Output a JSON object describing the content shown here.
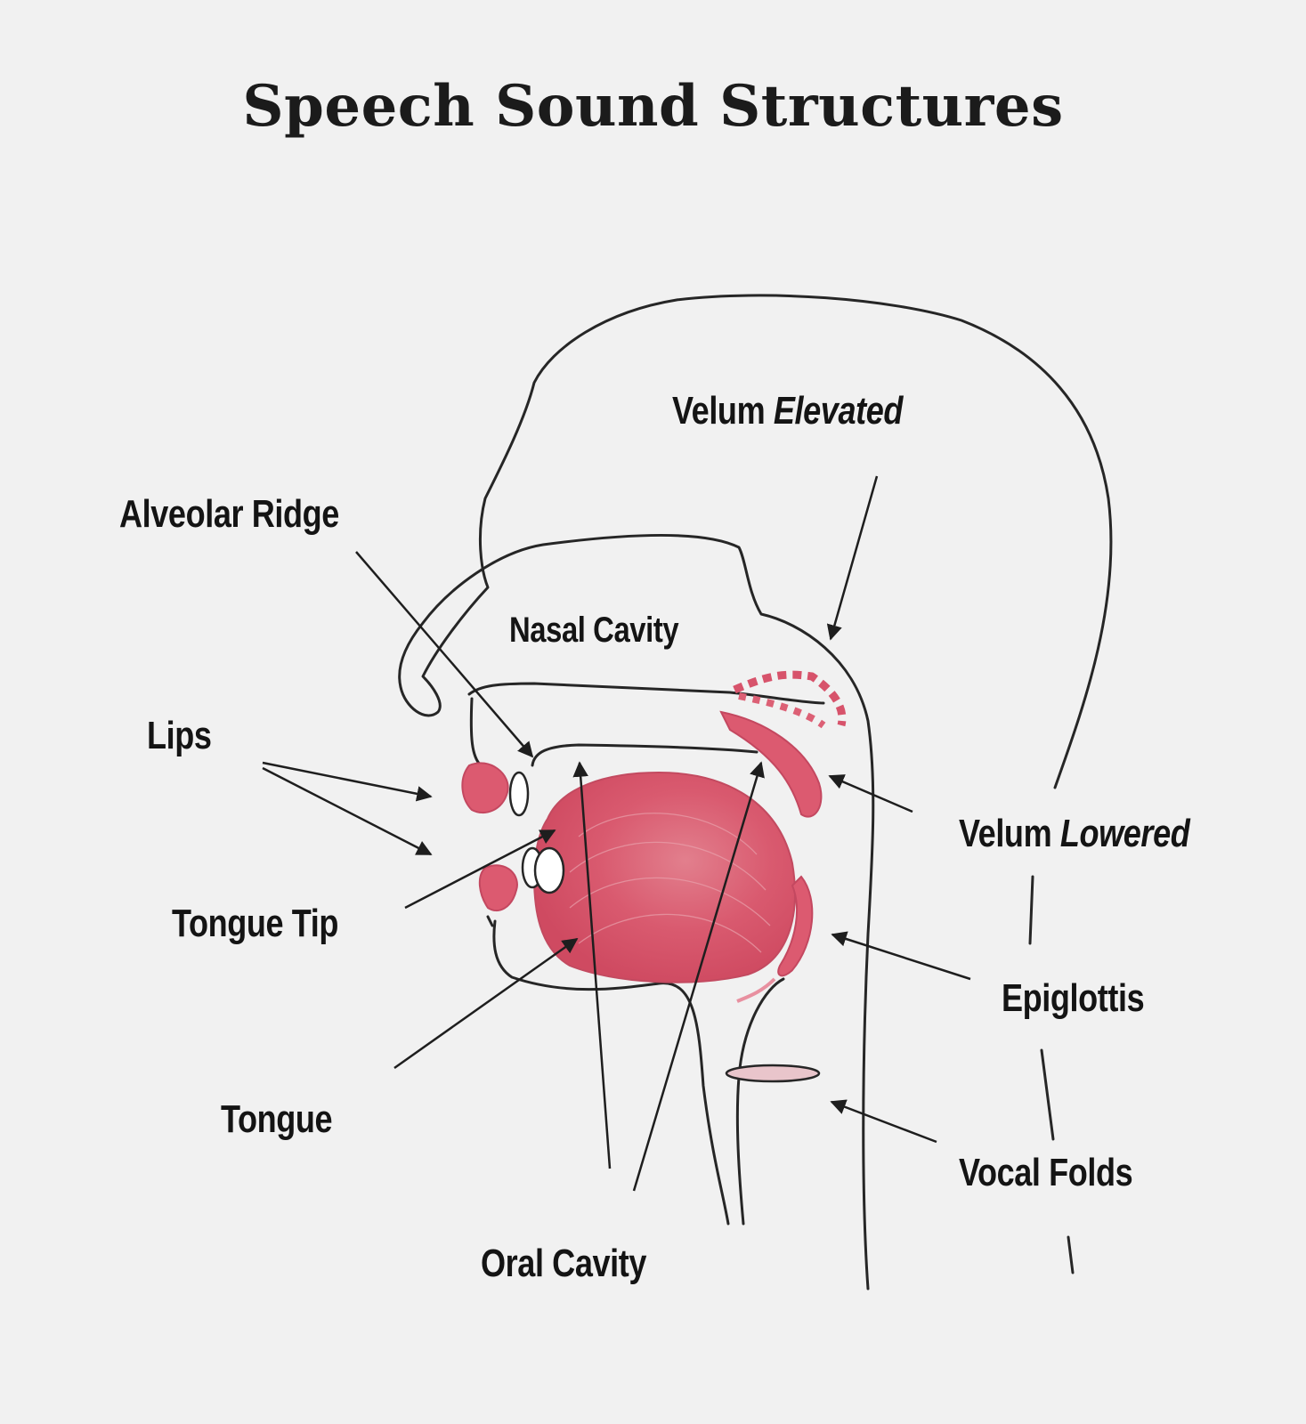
{
  "title": "Speech Sound Structures",
  "labels": {
    "velum_elevated_1": "Velum",
    "velum_elevated_2": "Elevated",
    "alveolar_ridge": "Alveolar Ridge",
    "nasal_cavity": "Nasal Cavity",
    "lips": "Lips",
    "velum_lowered_1": "Velum",
    "velum_lowered_2": "Lowered",
    "tongue_tip": "Tongue Tip",
    "epiglottis": "Epiglottis",
    "tongue": "Tongue",
    "vocal_folds": "Vocal Folds",
    "oral_cavity": "Oral Cavity"
  },
  "colors": {
    "background": "#f1f1f1",
    "outline": "#262626",
    "tissue": "#d9546a",
    "tissue_light": "#e88896"
  }
}
